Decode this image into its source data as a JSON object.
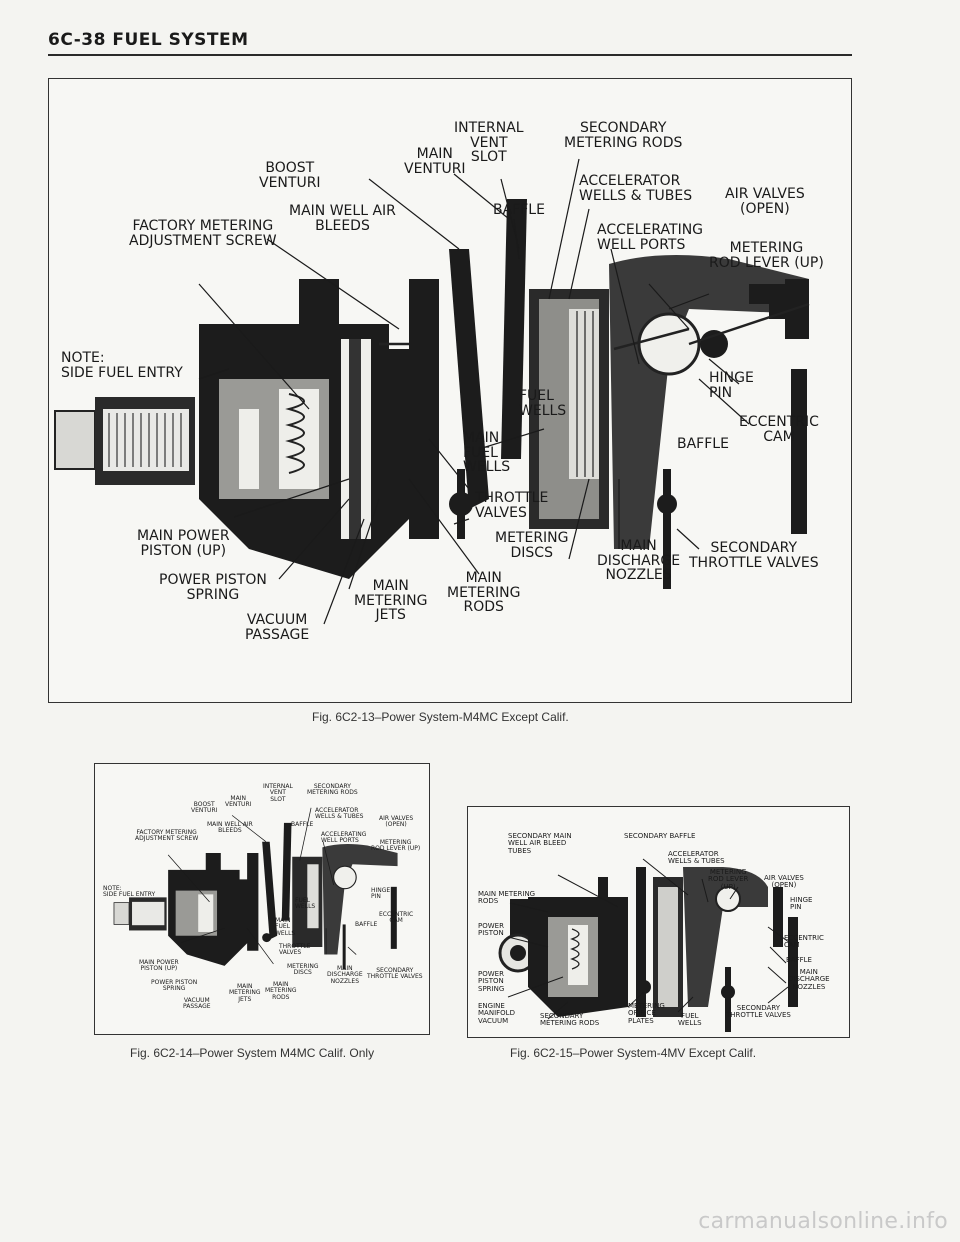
{
  "page": {
    "header": "6C-38   FUEL SYSTEM",
    "watermark": "carmanualsonline.info"
  },
  "fig13": {
    "caption": "Fig. 6C2-13–Power System-M4MC Except Calif.",
    "labels": {
      "internal_vent_slot": "INTERNAL\nVENT\nSLOT",
      "secondary_metering_rods": "SECONDARY\nMETERING RODS",
      "main_venturi": "MAIN\nVENTURI",
      "boost_venturi": "BOOST\nVENTURI",
      "accelerator_wells": "ACCELERATOR\nWELLS & TUBES",
      "air_valves": "AIR VALVES\n(OPEN)",
      "main_well_air_bleeds": "MAIN WELL AIR\nBLEEDS",
      "baffle_top": "BAFFLE",
      "factory_metering": "FACTORY METERING\nADJUSTMENT SCREW",
      "accelerating_well_ports": "ACCELERATING\nWELL PORTS",
      "metering_rod_lever": "METERING\nROD LEVER (UP)",
      "note": "NOTE:\nSIDE FUEL ENTRY",
      "hinge_pin": "HINGE\nPIN",
      "fuel_wells": "FUEL\nWELLS",
      "eccentric_cam": "ECCENTRIC\nCAM",
      "baffle_right": "BAFFLE",
      "main_fuel_wells": "MAIN\nFUEL\nWELLS",
      "throttle_valves": "THROTTLE\nVALVES",
      "main_power_piston": "MAIN POWER\nPISTON (UP)",
      "metering_discs": "METERING\nDISCS",
      "main_discharge_nozzles": "MAIN\nDISCHARGE\nNOZZLES",
      "secondary_throttle_valves": "SECONDARY\nTHROTTLE VALVES",
      "power_piston_spring": "POWER PISTON\nSPRING",
      "main_metering_jets": "MAIN\nMETERING\nJETS",
      "main_metering_rods": "MAIN\nMETERING\nRODS",
      "vacuum_passage": "VACUUM\nPASSAGE"
    }
  },
  "fig14": {
    "caption": "Fig. 6C2-14–Power System M4MC Calif. Only"
  },
  "fig15": {
    "caption": "Fig. 6C2-15–Power System-4MV Except Calif.",
    "labels": {
      "secondary_main_well_air_bleed": "SECONDARY MAIN\nWELL AIR BLEED\nTUBES",
      "secondary_baffle": "SECONDARY BAFFLE",
      "accelerator_wells": "ACCELERATOR\nWELLS & TUBES",
      "metering_rod_lever": "METERING\nROD LEVER\n(UP)",
      "air_valves": "AIR VALVES\n(OPEN)",
      "main_metering_rods": "MAIN METERING\nRODS",
      "hinge_pin": "HINGE\nPIN",
      "power_piston": "POWER\nPISTON",
      "eccentric_cam": "ECCENTRIC\nCAM",
      "baffle": "BAFFLE",
      "main_discharge_nozzles": "MAIN\nDISCHARGE\nNOZZLES",
      "power_piston_spring": "POWER\nPISTON\nSPRING",
      "engine_manifold_vacuum": "ENGINE\nMANIFOLD\nVACUUM",
      "secondary_metering_rods": "SECONDARY\nMETERING RODS",
      "metering_orifice_plates": "METERING\nORIFICE\nPLATES",
      "fuel_wells": "FUEL\nWELLS",
      "secondary_throttle_valves": "SECONDARY\nTHROTTLE VALVES"
    }
  }
}
